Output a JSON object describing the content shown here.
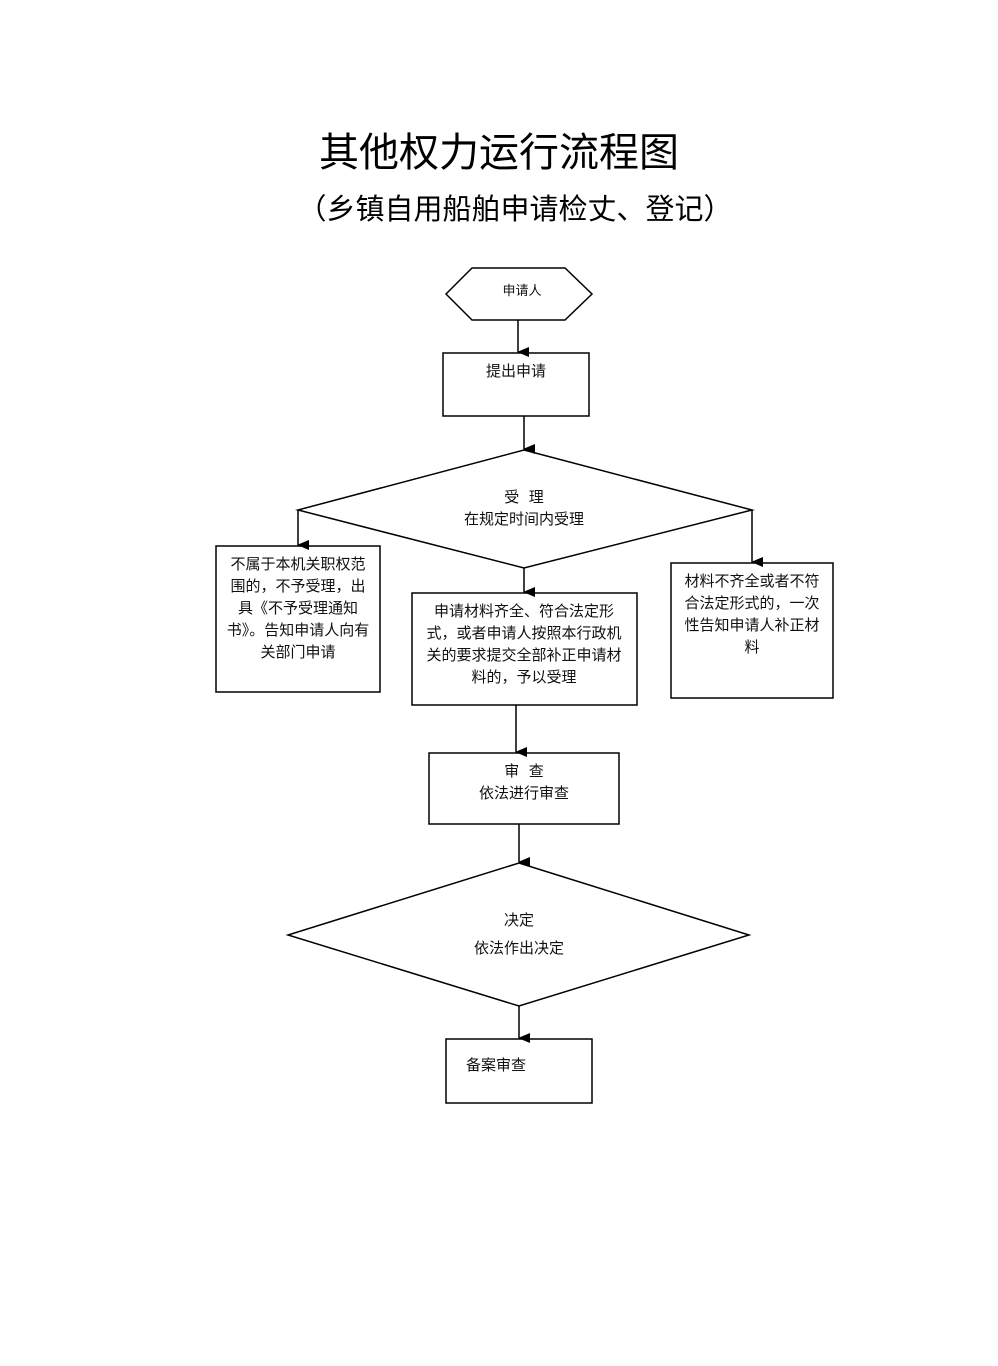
{
  "title": "其他权力运行流程图",
  "subtitle": "（乡镇自用船舶申请检丈、登记）",
  "nodes": {
    "applicant": "申请人",
    "submit": "提出申请",
    "accept_title": "受  理",
    "accept_desc": "在规定时间内受理",
    "reject": "不属于本机关职权范围的，不予受理，出具《不予受理通知书》。告知申请人向有关部门申请",
    "accepted": "申请材料齐全、符合法定形式，或者申请人按照本行政机关的要求提交全部补正申请材料的，予以受理",
    "incomplete": "材料不齐全或者不符合法定形式的，一次性告知申请人补正材料",
    "review_title": "审  查",
    "review_desc": "依法进行审查",
    "decision_title": "决定",
    "decision_desc": "依法作出决定",
    "archive": "备案审查"
  }
}
